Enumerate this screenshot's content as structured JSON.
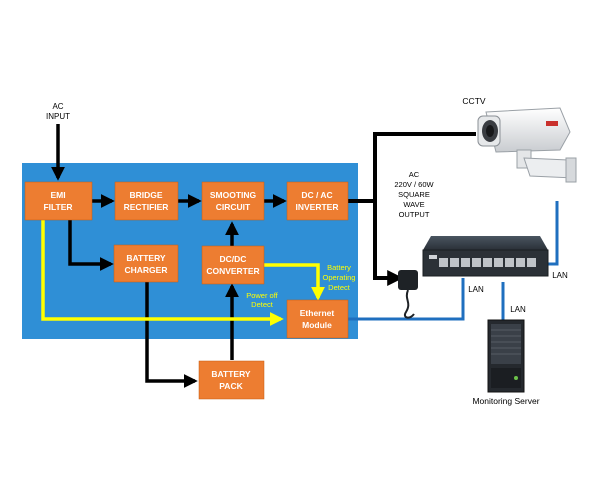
{
  "colors": {
    "panel": "#2f8fd6",
    "box": "#ed7d31",
    "box_text": "#ffffff",
    "wire": "#000000",
    "lan": "#1f6fbf",
    "status": "#ffff00"
  },
  "ac_input": {
    "line1": "AC",
    "line2": "INPUT"
  },
  "boxes": {
    "emi": {
      "line1": "EMI",
      "line2": "FILTER"
    },
    "bridge": {
      "line1": "BRIDGE",
      "line2": "RECTIFIER"
    },
    "smoothing": {
      "line1": "SMOOTING",
      "line2": "CIRCUIT"
    },
    "inverter": {
      "line1": "DC / AC",
      "line2": "INVERTER"
    },
    "charger": {
      "line1": "BATTERY",
      "line2": "CHARGER"
    },
    "dcdc": {
      "line1": "DC/DC",
      "line2": "CONVERTER"
    },
    "ethernet": {
      "line1": "Ethernet",
      "line2": "Module"
    },
    "battery": {
      "line1": "BATTERY",
      "line2": "PACK"
    }
  },
  "labels": {
    "power_off": {
      "line1": "Power off",
      "line2": "Detect"
    },
    "battery_operating": {
      "line1": "Battery",
      "line2": "Operating",
      "line3": "Detect"
    },
    "ac_output": {
      "line1": "AC",
      "line2": "220V / 60W",
      "line3": "SQUARE",
      "line4": "WAVE",
      "line5": "OUTPUT"
    },
    "cctv": "CCTV",
    "lan_right": "LAN",
    "lan_mid": "LAN",
    "lan_server": "LAN",
    "server": "Monitoring Server"
  },
  "icons": [
    "cctv-camera-icon",
    "network-switch-icon",
    "power-adapter-icon",
    "server-tower-icon"
  ]
}
